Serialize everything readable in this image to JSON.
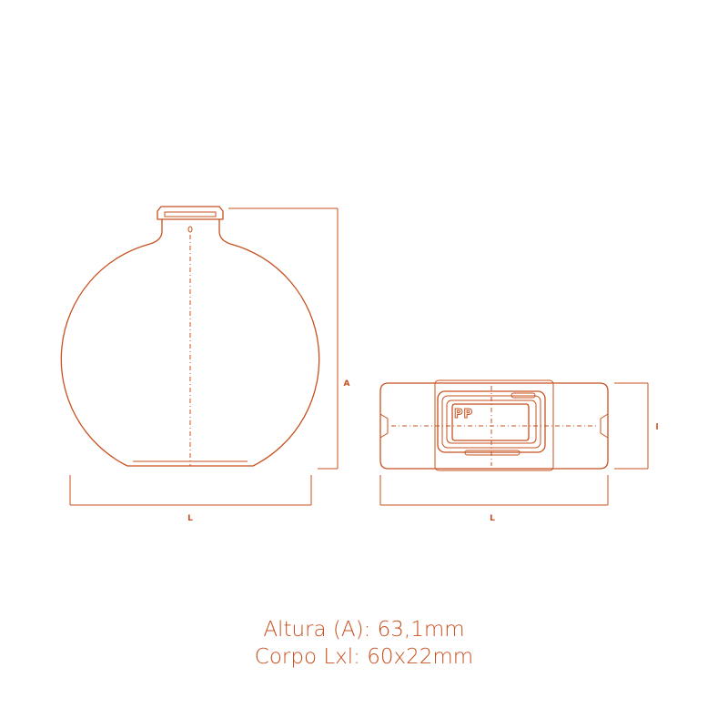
{
  "labels": {
    "height_dim": "A",
    "front_width_dim": "L",
    "top_width_dim": "L",
    "top_depth_dim": "l",
    "pp_mark": "PP"
  },
  "caption": {
    "line1": "Altura (A): 63,1mm",
    "line2": "Corpo Lxl: 60x22mm"
  },
  "colors": {
    "line": "#c8501e",
    "background": "#ffffff"
  }
}
